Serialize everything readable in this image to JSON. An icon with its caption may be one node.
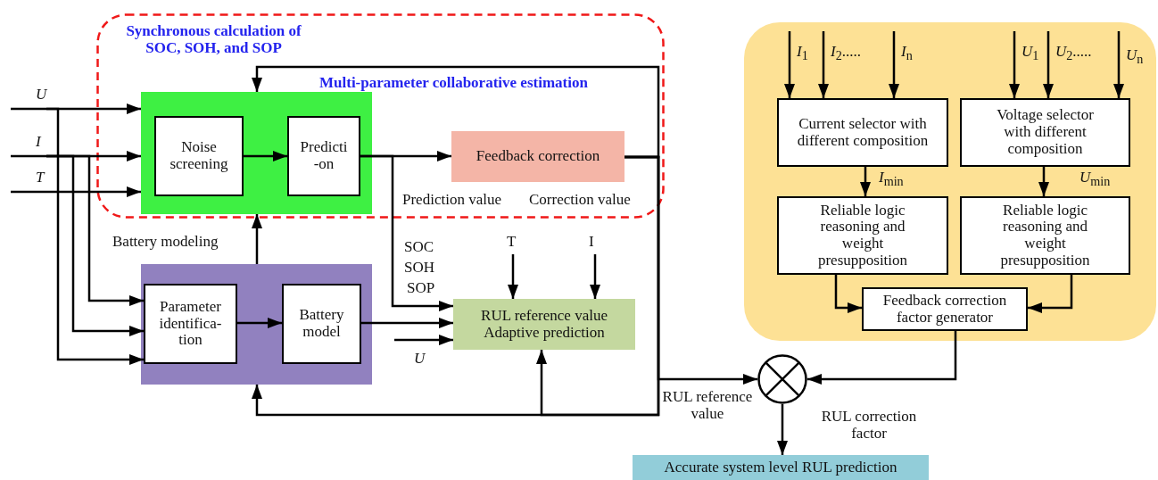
{
  "diagram": {
    "nodes": [
      {
        "text": [
          "Synchronous calculation of SOC, SOH, and SOP"
        ]
      },
      {
        "text": [],
        "shape": "box",
        "in": 0
      },
      {
        "text": [
          "Noise screening"
        ],
        "in": 1
      },
      {
        "text": [
          "Predicti -on"
        ],
        "in": 1
      },
      {
        "text": [
          "Feedback correction"
        ],
        "in": 0
      },
      {
        "text": [],
        "shape": "box",
        "beside": [
          "Battery modeling"
        ]
      },
      {
        "text": [
          "Parameter identifica- tion"
        ],
        "in": 5
      },
      {
        "text": [
          "Battery model"
        ],
        "in": 5
      },
      {
        "text": [
          "RUL reference value Adaptive prediction"
        ]
      },
      {
        "text": [],
        "shape": "box"
      },
      {
        "text": [
          "Current selector with different composition"
        ],
        "in": 9
      },
      {
        "text": [
          "Voltage selector with different composition"
        ],
        "in": 9
      },
      {
        "text": [
          "Reliable logic reasoning and weight presupposition"
        ],
        "in": 9
      },
      {
        "text": [
          "Reliable logic reasoning and weight presupposition"
        ],
        "in": 9
      },
      {
        "text": [
          "Feedback correction factor generator"
        ],
        "in": 9
      },
      {
        "text": [],
        "shape": "circle"
      },
      {
        "text": [
          "Accurate system level RUL prediction"
        ]
      },
      {
        "text": [
          "U"
        ]
      },
      {
        "text": [
          "I"
        ]
      },
      {
        "text": [
          "T"
        ]
      },
      {
        "text": [
          "T"
        ]
      },
      {
        "text": [
          "I"
        ]
      },
      {
        "text": [
          "U"
        ]
      },
      {
        "text": [
          "*I*$_{1}$"
        ],
        "in": 9
      },
      {
        "text": [
          "*I*$_{2}$....."
        ],
        "in": 9
      },
      {
        "text": [
          "*I*$_{n}$"
        ],
        "in": 9
      },
      {
        "text": [
          "*U*$_{1}$"
        ],
        "in": 9
      },
      {
        "text": [
          "*U*$_{2}$....."
        ],
        "in": 9
      },
      {
        "text": [
          "*U*$_{n}$"
        ],
        "in": 9
      }
    ],
    "edges": [
      {
        "from": 2,
        "to": 3,
        "arrow": "to"
      },
      {
        "from": 3,
        "to": 4,
        "arrow": "to"
      },
      {
        "from": 3,
        "to": 8,
        "arrow": "to"
      },
      {
        "from": 4,
        "to": 1,
        "arrow": "to"
      },
      {
        "from": 4,
        "to": 5,
        "arrow": "to"
      },
      {
        "from": 4,
        "to": 8,
        "arrow": "to"
      },
      {
        "from": 4,
        "to": 15,
        "arrow": "to",
        "label": "RUL reference value"
      },
      {
        "from": 5,
        "to": 1,
        "arrow": "to"
      },
      {
        "from": 6,
        "to": 7,
        "arrow": "to"
      },
      {
        "from": 7,
        "to": 8,
        "arrow": "to"
      },
      {
        "from": 17,
        "to": 1,
        "arrow": "to"
      },
      {
        "from": 17,
        "to": 6,
        "arrow": "to"
      },
      {
        "from": 18,
        "to": 1,
        "arrow": "to"
      },
      {
        "from": 18,
        "to": 6,
        "arrow": "to"
      },
      {
        "from": 18,
        "to": 6,
        "arrow": "to"
      },
      {
        "from": 19,
        "to": 1,
        "arrow": "to"
      },
      {
        "from": 20,
        "to": 8,
        "arrow": "to"
      },
      {
        "from": 21,
        "to": 8,
        "arrow": "to"
      },
      {
        "from": 22,
        "to": 8,
        "arrow": "to"
      },
      {
        "from": 23,
        "to": 10,
        "arrow": "to"
      },
      {
        "from": 24,
        "to": 10,
        "arrow": "to"
      },
      {
        "from": 25,
        "to": 10,
        "arrow": "to"
      },
      {
        "from": 26,
        "to": 11,
        "arrow": "to"
      },
      {
        "from": 27,
        "to": 11,
        "arrow": "to"
      },
      {
        "from": 28,
        "to": 11,
        "arrow": "to"
      },
      {
        "from": 10,
        "to": 12,
        "arrow": "to",
        "label": "*I*$_{min}$"
      },
      {
        "from": 11,
        "to": 13,
        "arrow": "to",
        "label": "*U*$_{min}$"
      },
      {
        "from": 12,
        "to": 14,
        "arrow": "to"
      },
      {
        "from": 13,
        "to": 14,
        "arrow": "to"
      },
      {
        "from": 14,
        "to": 15,
        "arrow": "to",
        "label": "RUL correction factor"
      },
      {
        "from": 15,
        "to": 16,
        "arrow": "to"
      }
    ],
    "labels": [
      "Multi-parameter collaborative estimation",
      "Prediction value",
      "Correction value",
      "SOC",
      "SOH",
      "SOP"
    ]
  }
}
